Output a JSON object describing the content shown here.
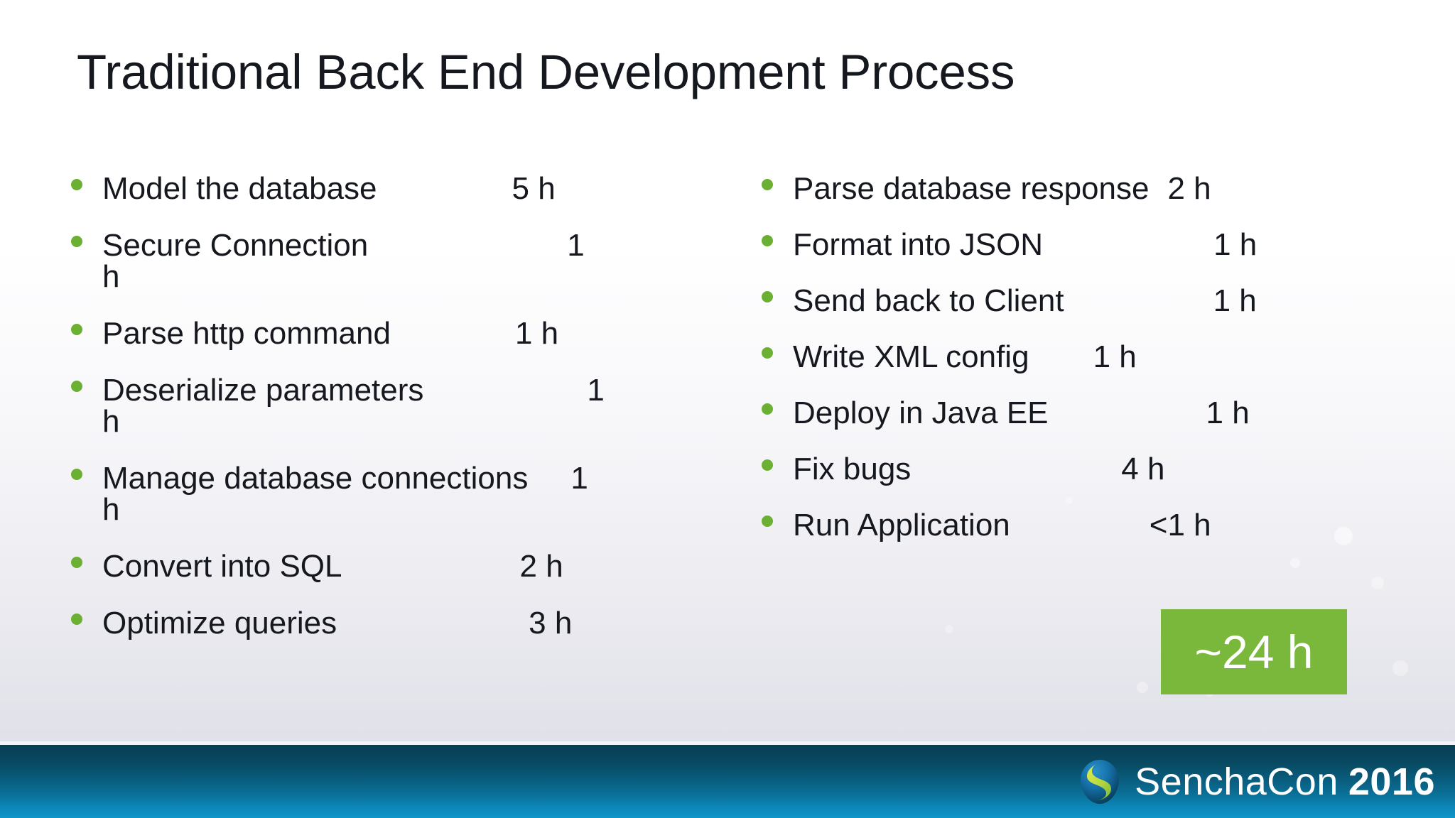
{
  "slide": {
    "title": "Traditional Back End Development Process",
    "colors": {
      "title_text": "#16181F",
      "bullet_dot_green": "#6BB032",
      "badge_green": "#7AB83C",
      "badge_text": "#FFFFFF",
      "footer_top": "#073E54",
      "footer_bottom": "#0E96CA",
      "background_top": "#FFFFFF",
      "background_bottom": "#DCDCE5"
    }
  },
  "left_column": {
    "items": [
      {
        "label": "Model the database",
        "value": "5 h",
        "wrapped_suffix": ""
      },
      {
        "label": "Secure Connection",
        "value": "1",
        "wrapped_suffix": "h"
      },
      {
        "label": "Parse http command",
        "value": "1 h",
        "wrapped_suffix": ""
      },
      {
        "label": "Deserialize parameters",
        "value": "1",
        "wrapped_suffix": "h"
      },
      {
        "label": "Manage database connections",
        "value": "1",
        "wrapped_suffix": "h"
      },
      {
        "label": "Convert into SQL",
        "value": "2 h",
        "wrapped_suffix": ""
      },
      {
        "label": "Optimize queries",
        "value": "3 h",
        "wrapped_suffix": ""
      }
    ]
  },
  "right_column": {
    "items": [
      {
        "label": "Parse database response",
        "value": "2 h"
      },
      {
        "label": "Format into JSON",
        "value": "1 h"
      },
      {
        "label": "Send back to Client",
        "value": "1 h"
      },
      {
        "label": "Write XML config",
        "value": "1 h"
      },
      {
        "label": "Deploy in Java EE",
        "value": "1 h"
      },
      {
        "label": "Fix bugs",
        "value": "4 h"
      },
      {
        "label": "Run Application",
        "value": "<1 h"
      }
    ]
  },
  "total_badge": {
    "text": "~24 h"
  },
  "footer": {
    "brand_name": "SenchaCon",
    "brand_year": "2016",
    "logo_icon": "sencha-droplet-leaf-icon"
  }
}
